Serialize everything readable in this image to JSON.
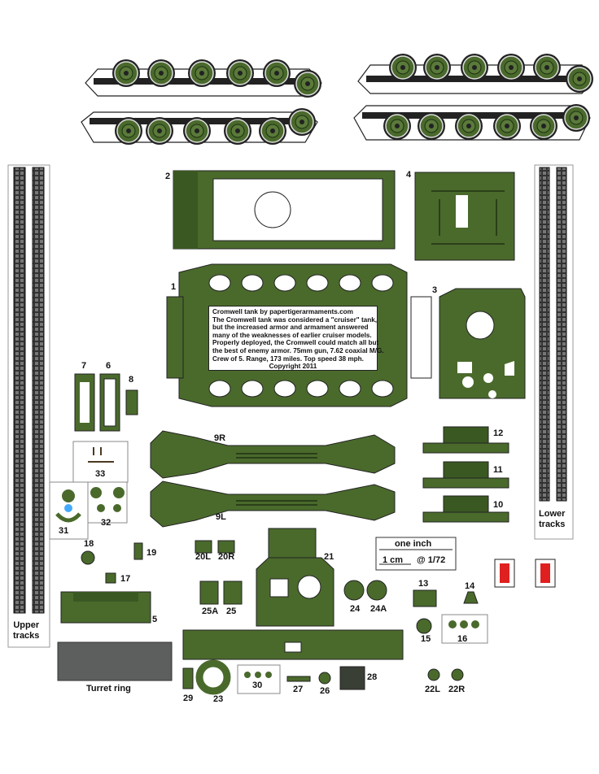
{
  "sheet": {
    "colors": {
      "olive": "#4a6a2c",
      "olive_dark": "#33501d",
      "track_dark": "#222222",
      "red": "#e02020"
    },
    "info_lines": [
      "Cromwell tank by papertigerarmaments.com",
      "The Cromwell tank was considered a \"cruiser\" tank,",
      "but the increased armor and armament answered",
      "many of the weaknesses of earlier cruiser models.",
      "Properly deployed, the Cromwell could match all but",
      "the best of enemy armor. 75mm gun, 7.62 coaxial M/G.",
      "Crew of 5. Range, 173 miles. Top speed 38 mph.",
      "Copyright 2011"
    ],
    "scale": {
      "one_inch": "one inch",
      "one_cm": "1 cm",
      "ratio": "@ 1/72"
    },
    "track_labels": {
      "upper": "Upper\ntracks",
      "lower": "Lower\ntracks"
    },
    "turret_ring_label": "Turret ring",
    "part_labels": {
      "p1": "1",
      "p2": "2",
      "p3": "3",
      "p4": "4",
      "p5": "5",
      "p6": "6",
      "p7": "7",
      "p8": "8",
      "p9r": "9R",
      "p9l": "9L",
      "p10": "10",
      "p11": "11",
      "p12": "12",
      "p13": "13",
      "p14": "14",
      "p15": "15",
      "p16": "16",
      "p17": "17",
      "p18": "18",
      "p19": "19",
      "p20l": "20L",
      "p20r": "20R",
      "p21": "21",
      "p22l": "22L",
      "p22r": "22R",
      "p23": "23",
      "p24": "24",
      "p24a": "24A",
      "p25": "25",
      "p25a": "25A",
      "p26": "26",
      "p27": "27",
      "p28": "28",
      "p29": "29",
      "p30": "30",
      "p31": "31",
      "p32": "32",
      "p33": "33"
    }
  }
}
